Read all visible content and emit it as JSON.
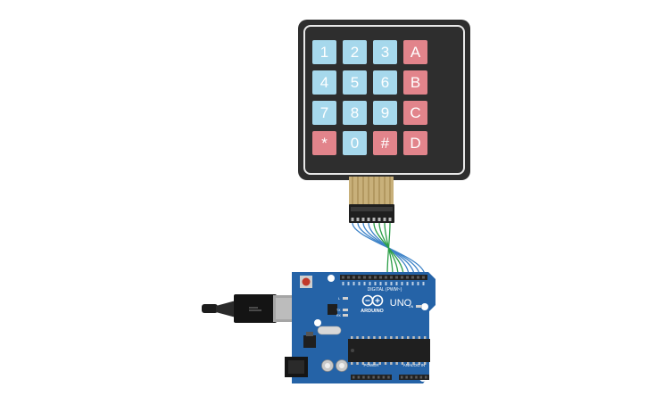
{
  "keypad": {
    "keys": [
      {
        "label": "1",
        "type": "digit"
      },
      {
        "label": "2",
        "type": "digit"
      },
      {
        "label": "3",
        "type": "digit"
      },
      {
        "label": "A",
        "type": "letter"
      },
      {
        "label": "4",
        "type": "digit"
      },
      {
        "label": "5",
        "type": "digit"
      },
      {
        "label": "6",
        "type": "digit"
      },
      {
        "label": "B",
        "type": "letter"
      },
      {
        "label": "7",
        "type": "digit"
      },
      {
        "label": "8",
        "type": "digit"
      },
      {
        "label": "9",
        "type": "digit"
      },
      {
        "label": "C",
        "type": "letter"
      },
      {
        "label": "*",
        "type": "symbol"
      },
      {
        "label": "0",
        "type": "digit"
      },
      {
        "label": "#",
        "type": "symbol"
      },
      {
        "label": "D",
        "type": "letter"
      }
    ],
    "colors": {
      "digit": "#a6d8ec",
      "letter": "#e2848b",
      "symbol": "#e2848b",
      "body": "#2e2e2e",
      "frame": "#e8e8e8"
    }
  },
  "board": {
    "model": "UNO",
    "brand": "ARDUINO",
    "header_label": "DIGITAL (PWM~)",
    "power_label": "POWER",
    "analog_label": "ANALOG IN",
    "led_label": "ON",
    "tx_label": "TX",
    "rx_label": "RX",
    "l_label": "L",
    "colors": {
      "pcb": "#2563a7",
      "header": "#222222"
    }
  },
  "wires": {
    "colors": [
      "#3d83c8",
      "#3d83c8",
      "#3d83c8",
      "#3d83c8",
      "#2c9f48",
      "#2c9f48",
      "#2c9f48",
      "#2c9f48"
    ]
  },
  "icons": [
    "usb-cable-icon",
    "arduino-infinity-logo-icon",
    "reset-button-icon"
  ]
}
